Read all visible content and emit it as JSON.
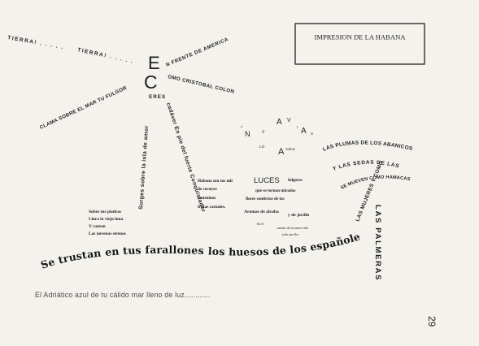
{
  "title_box": {
    "label": "IMPRESION DE LA HABANA"
  },
  "tierra": {
    "tierra1": "TIERRA! . . . . .",
    "tierra2": "TIERRA! . . . . ."
  },
  "big_letters": {
    "e": "E",
    "c": "C"
  },
  "frente": "N FRENTE DE AMERICA",
  "eres": "ERES",
  "colon": "OMO CRISTOBAL COLON",
  "clama": "CLAMA SOBRE EL MAR TU FULGOR",
  "bodies": {
    "surges": "Surges sobre la isla de amor",
    "cadaver": "cadáver En pie del fuerte Conquistador"
  },
  "navias": {
    "top": "A V I A S",
    "letters": [
      "N",
      "A",
      "V",
      "I",
      "A",
      "S"
    ],
    "lo": "LO",
    "azul": "AZUL",
    "a": "A",
    "o": "o"
  },
  "palm": {
    "plumas": "LAS PLUMAS DE LOS ABANICOS",
    "sedas": "Y LAS SEDAS DE LAS",
    "mueven": "SE MUEVEN COMO HAMACAS",
    "mujeres": "LAS MUJERES Y COMO",
    "palmeras": "LAS PALMERAS"
  },
  "luces_block": {
    "line1a": "Habana son tus mil",
    "luces": "LUCES",
    "line1b": "fulgores",
    "line2a": "de cocuyos",
    "line2b": "que se tornan miradas",
    "line3a": "femeninas",
    "line3b": "flores sombrías de las",
    "line4": "frutas carnales.",
    "line5a": "Aromas de alcoba",
    "line5b": "y de jardín",
    "small1": "En el",
    "small2": "camino de mi amor vida",
    "small3": "toda una flor"
  },
  "left_poem": {
    "lines": [
      "Sobre tus piedras",
      "Llora la vieja luna",
      "Y cantan",
      "Las novenas sirenas"
    ]
  },
  "huesos": "Se trustan en tus farallones los huesos de los españoles",
  "adriatico": "El Adriático azul de tu cálido    mar lleno de luz............",
  "page_number": "29"
}
